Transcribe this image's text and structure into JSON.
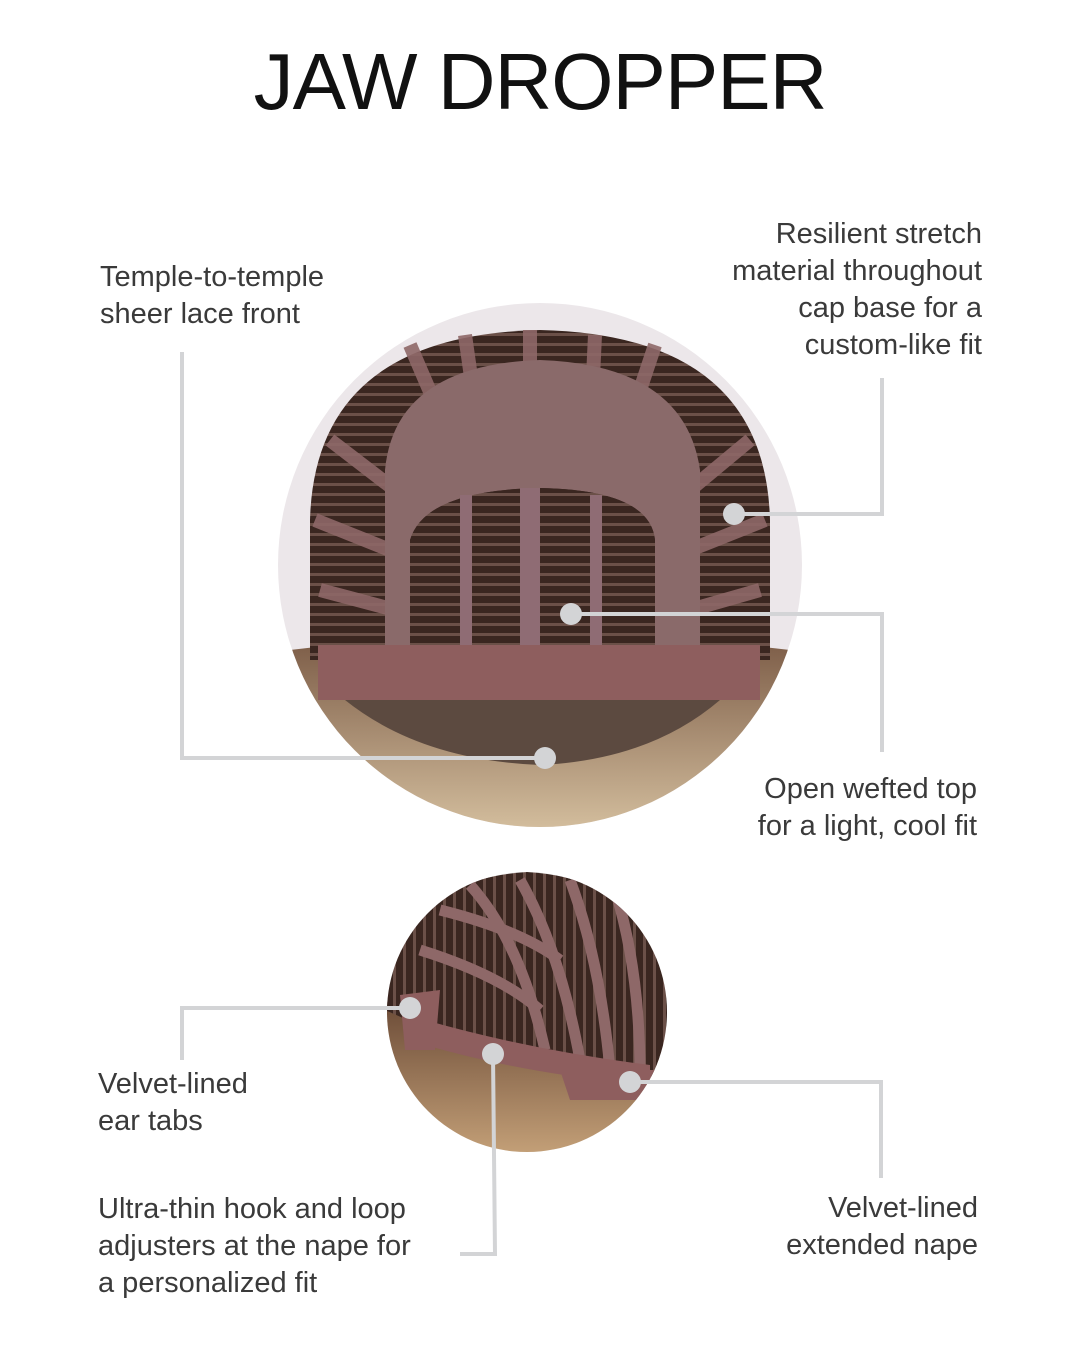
{
  "title": "JAW DROPPER",
  "colors": {
    "text": "#3a3a3a",
    "callout_line": "#d3d4d6",
    "callout_dot": "#d3d4d6",
    "circle_bg": "#ece7ea",
    "cap_mesh": "#8a6a6a",
    "cap_band": "#8e5e5e",
    "weft_dark": "#3a2620",
    "hair_light": "#b8946a"
  },
  "main_image": {
    "callouts": [
      {
        "id": "lace-front",
        "text": "Temple-to-temple\nsheer lace front"
      },
      {
        "id": "stretch-material",
        "text": "Resilient stretch\nmaterial throughout\ncap base for a\ncustom-like fit"
      },
      {
        "id": "open-wefted-top",
        "text": "Open wefted top\nfor a light, cool fit"
      }
    ]
  },
  "secondary_image": {
    "callouts": [
      {
        "id": "ear-tabs",
        "text": "Velvet-lined\near tabs"
      },
      {
        "id": "hook-loop-adjusters",
        "text": "Ultra-thin hook and loop\nadjusters at the nape for\na personalized fit"
      },
      {
        "id": "extended-nape",
        "text": "Velvet-lined\nextended nape"
      }
    ]
  }
}
